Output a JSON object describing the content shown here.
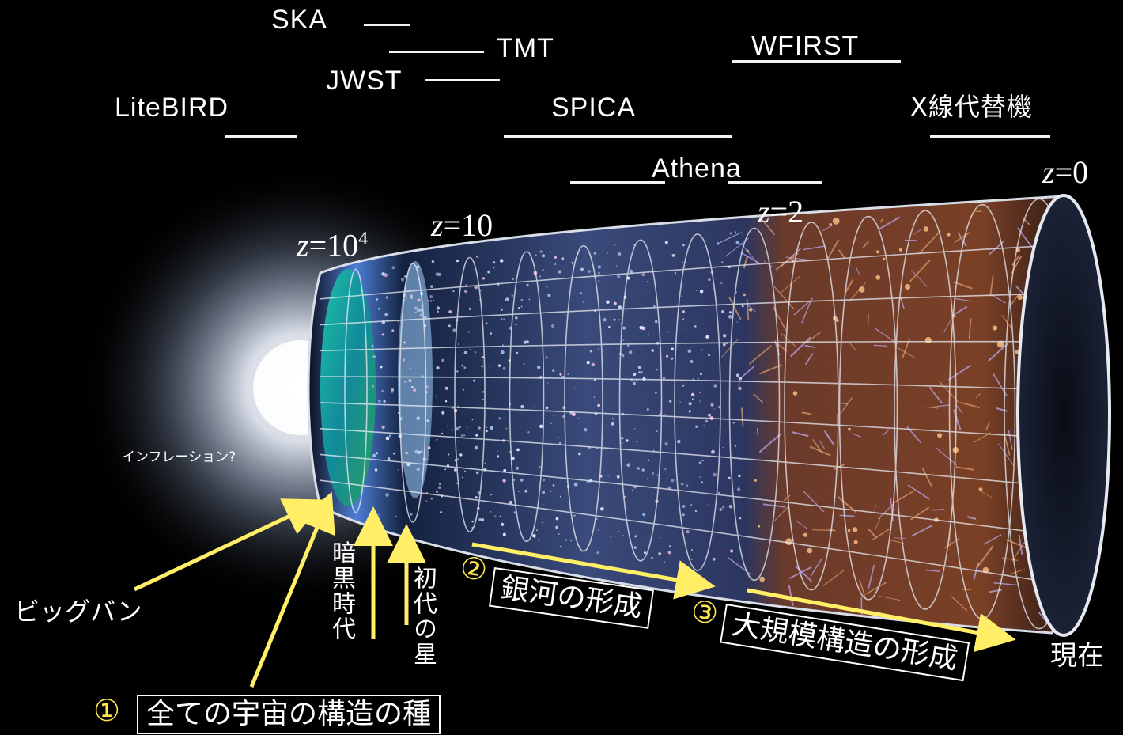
{
  "missions": {
    "ska": "SKA",
    "tmt": "TMT",
    "jwst": "JWST",
    "litebird": "LiteBIRD",
    "spica": "SPICA",
    "wfirst": "WFIRST",
    "xray": "X線代替機",
    "athena": "Athena"
  },
  "redshift": {
    "z_symbol": "z",
    "eq": "=",
    "z0_value": "0",
    "z2_value": "2",
    "z10_value": "10",
    "z1e4_base": "10",
    "z1e4_exp": "4"
  },
  "labels": {
    "inflation": "インフレーション?",
    "big_bang": "ビッグバン",
    "dark_ages": "暗黒時代",
    "first_stars": "初代の星",
    "present": "現在"
  },
  "steps": [
    {
      "num": "①",
      "text": "全ての宇宙の構造の種"
    },
    {
      "num": "②",
      "text": "銀河の形成"
    },
    {
      "num": "③",
      "text": "大規模構造の形成"
    }
  ],
  "colors": {
    "background": "#000000",
    "arrow": "#ffee66",
    "step_number": "#ffe94d",
    "cmb": "#1c9a8a",
    "large_scale_structure": "#8a4a2c"
  }
}
